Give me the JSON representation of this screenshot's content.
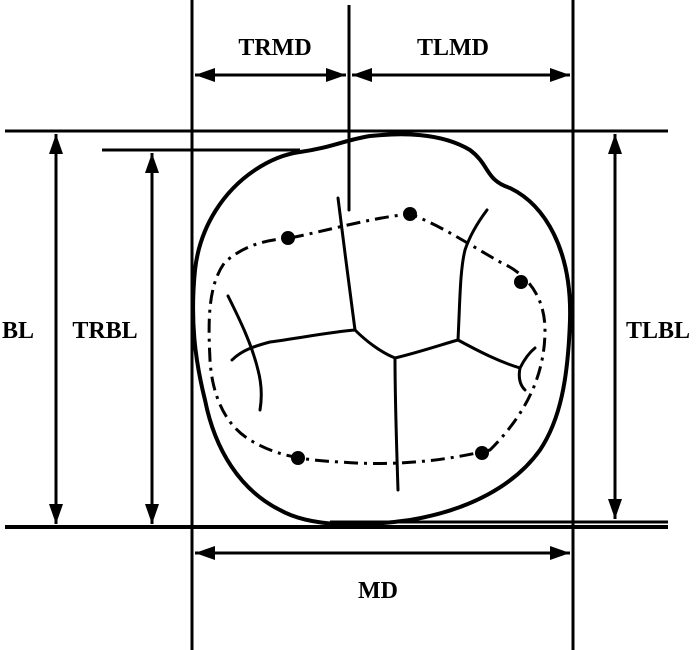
{
  "labels": {
    "trmd": "TRMD",
    "tlmd": "TLMD",
    "bl": "BL",
    "trbl": "TRBL",
    "tlbl": "TLBL",
    "md": "MD"
  },
  "colors": {
    "stroke": "#000000",
    "background": "#ffffff"
  }
}
